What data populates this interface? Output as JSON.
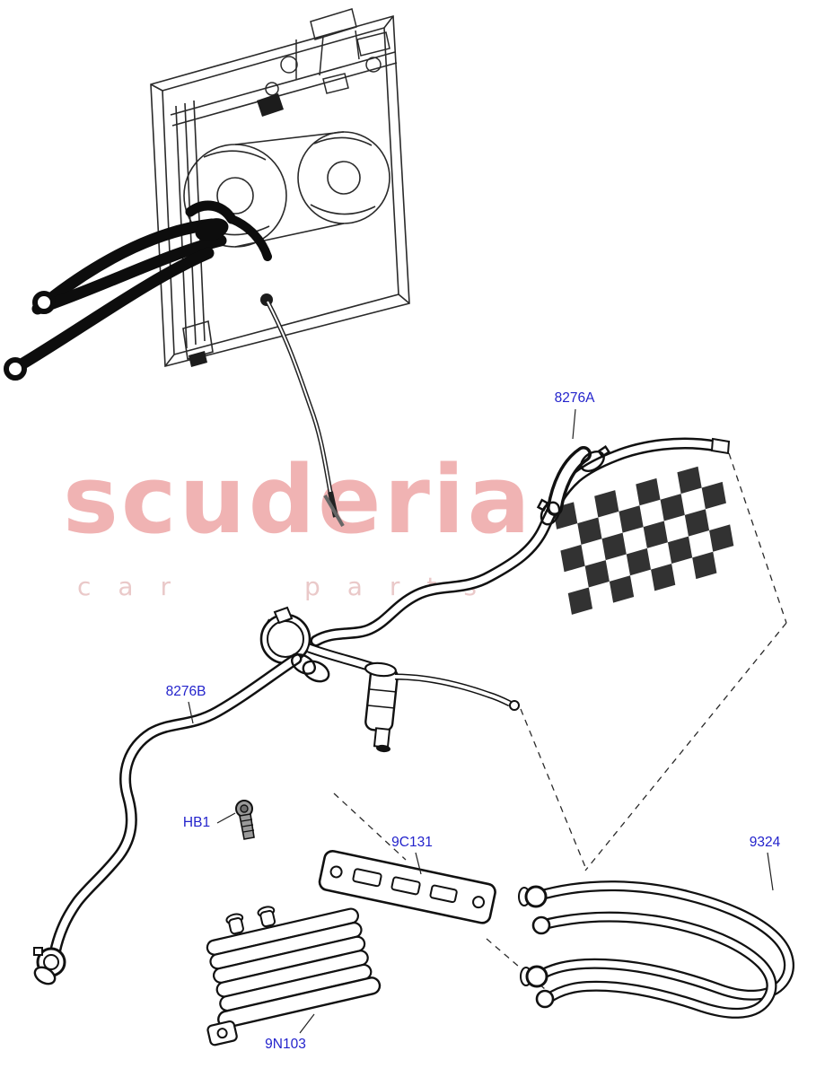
{
  "watermark": {
    "title": "scuderia",
    "subtitle": "car parts",
    "title_color": "#f0b3b3",
    "subtitle_color": "#eac9c9"
  },
  "diagram": {
    "label_color": "#2323cc",
    "line_color": "#1a1a1a",
    "labels": {
      "hose_upper": "8276A",
      "hose_lower": "8276B",
      "bolt": "HB1",
      "bracket": "9C131",
      "hose_pair": "9324",
      "oil_cooler": "9N103"
    }
  }
}
